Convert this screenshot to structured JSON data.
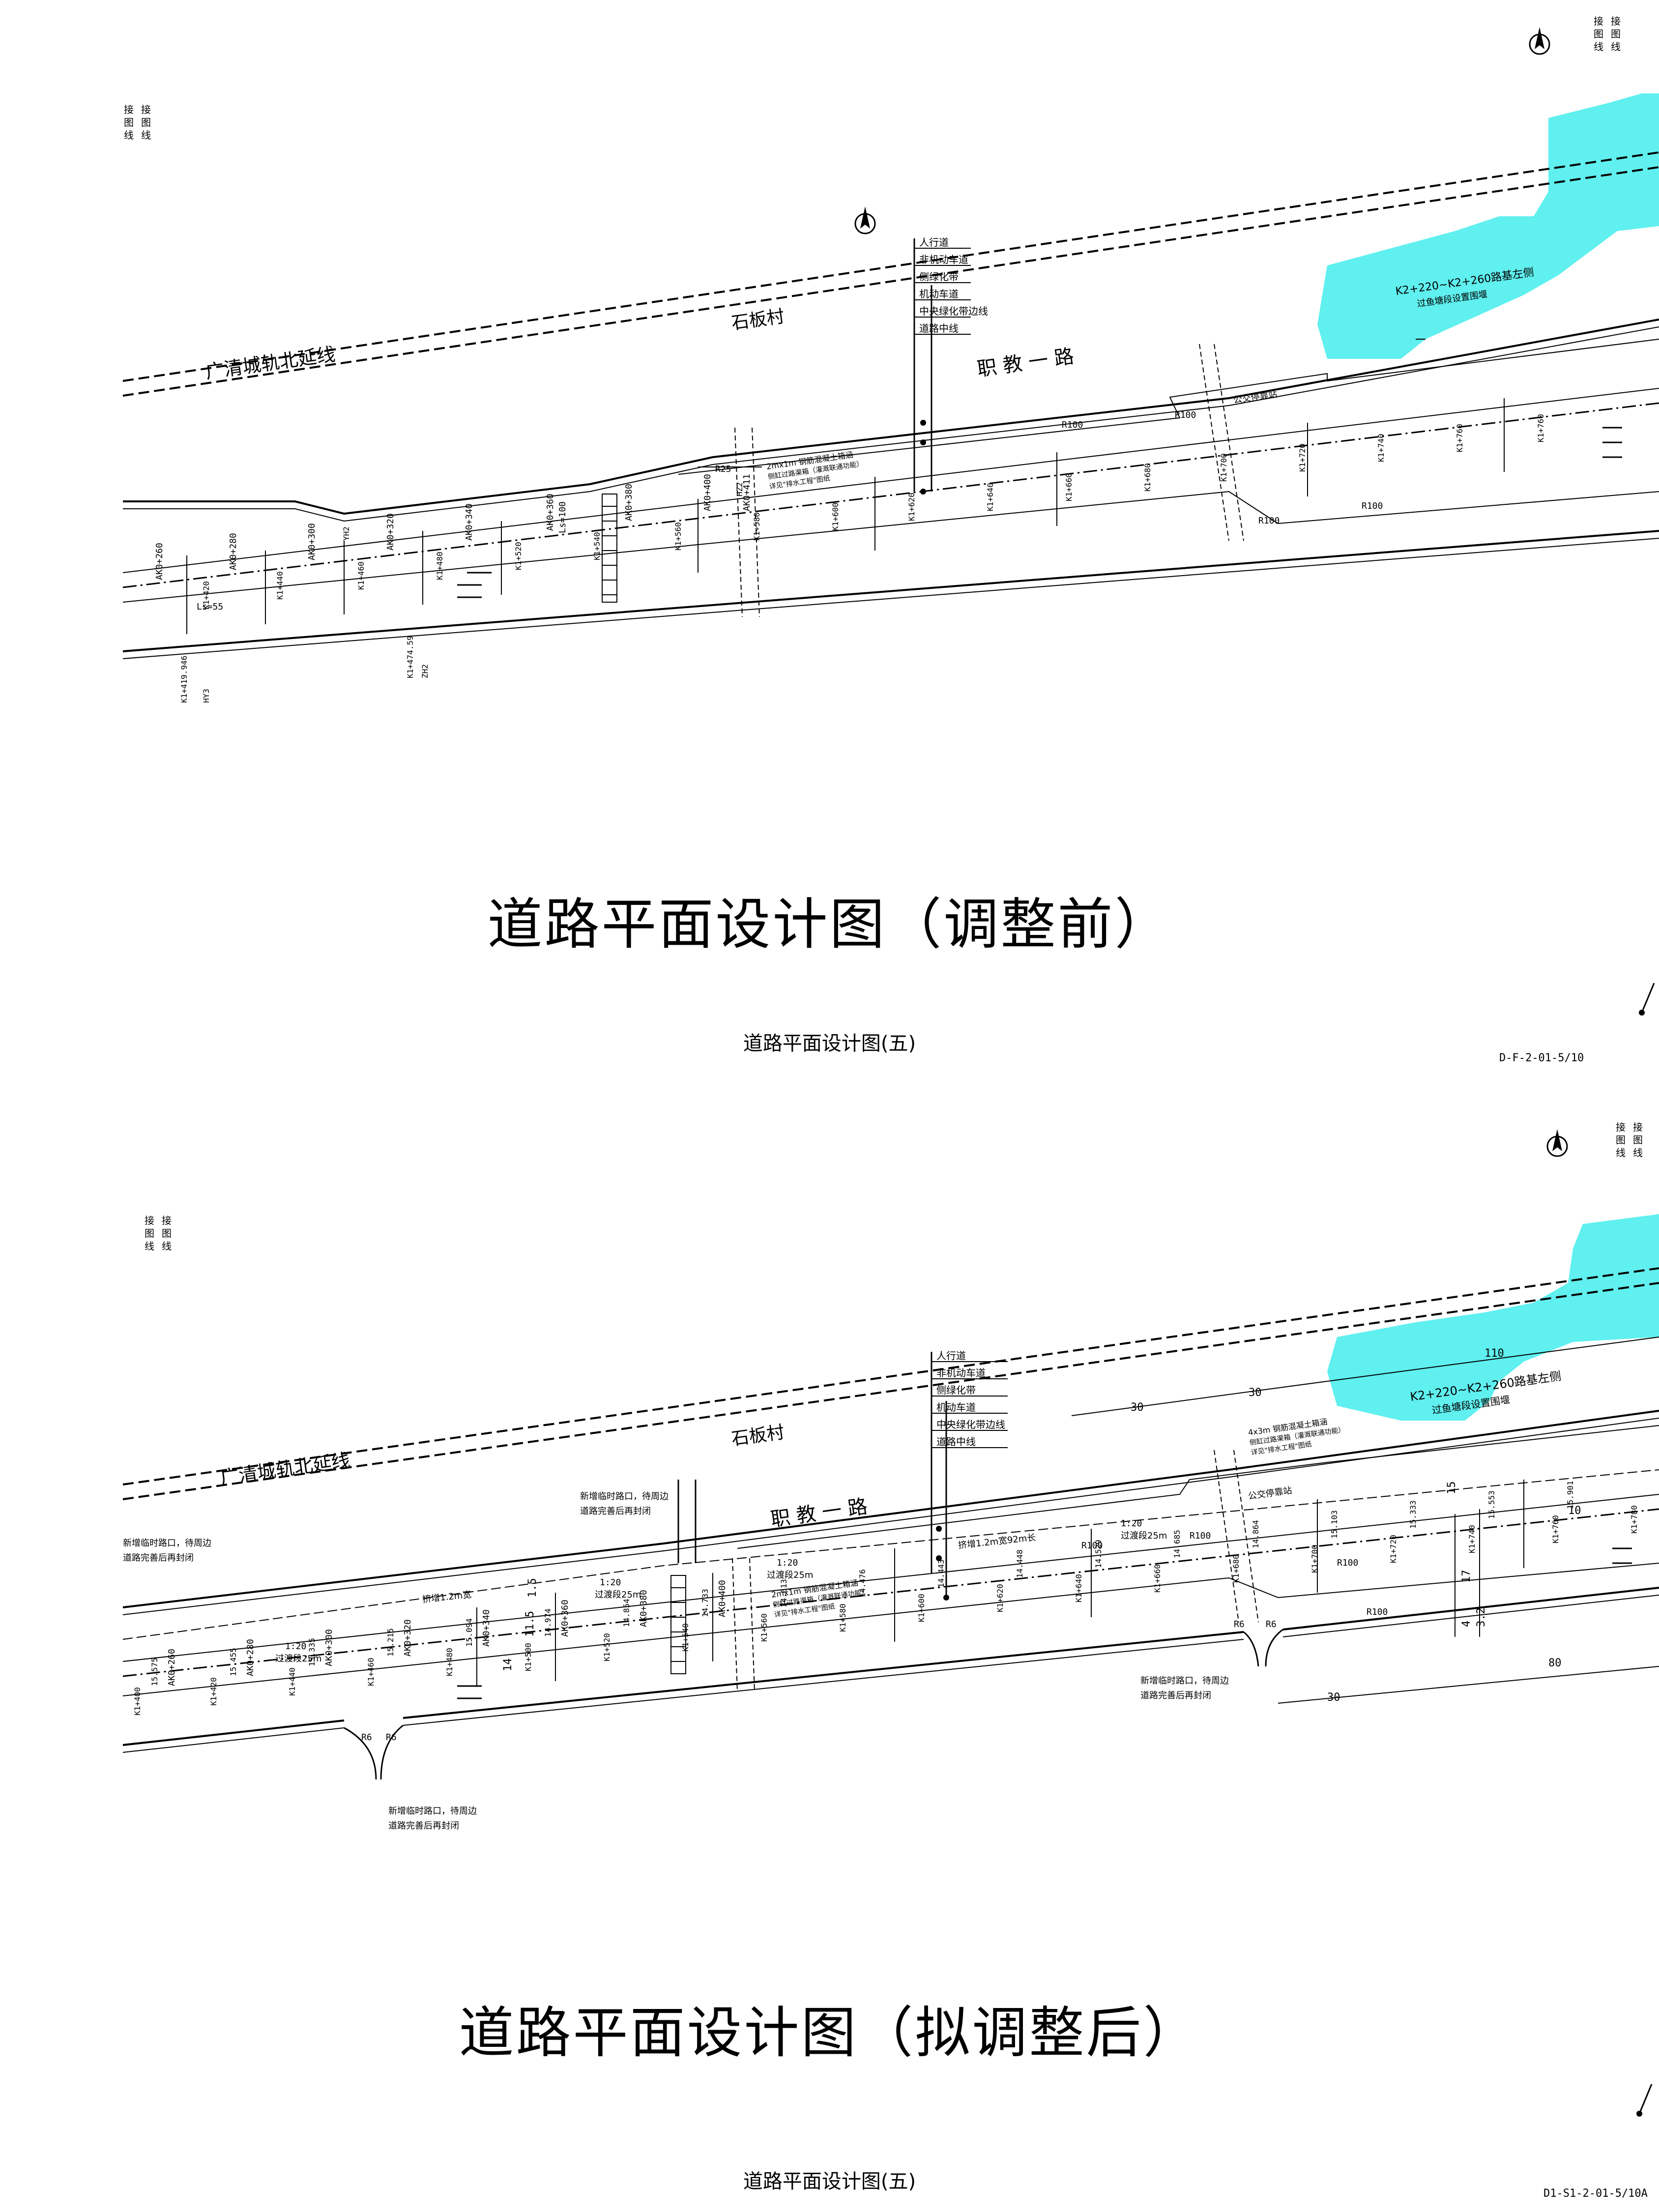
{
  "sheet_before": {
    "title": "道路平面设计图（调整前）",
    "subtitle": "道路平面设计图(五)",
    "sheet_no": "D-F-2-01-5/10",
    "match_line": "接图线",
    "rail_label": "广清城轨北延线",
    "village": "石板村",
    "road": "职 教 一 路",
    "legend": [
      "人行道",
      "非机动车道",
      "侧绿化带",
      "机动车道",
      "中央绿化带边线",
      "道路中线"
    ],
    "water_note": [
      "K2+220~K2+260路基左侧",
      "过鱼塘段设置围堰"
    ],
    "culvert_note": [
      "2mx1m 钢筋混凝土箱涵",
      "侧缸过路渠箱（灌溉联通功能）",
      "详见\"排水工程\"图纸"
    ],
    "bus_stop": "公交停靠站",
    "radius": "R100",
    "radius_small": "R25",
    "curve_len": "Ls=55",
    "curve_len2": "Ls=100",
    "stations": [
      "K1+420",
      "K1+440",
      "K1+460",
      "K1+480",
      "K1+500",
      "K1+520",
      "K1+540",
      "K1+560",
      "K1+580",
      "K1+600",
      "K1+620",
      "K1+640",
      "K1+660",
      "K1+680",
      "K1+700",
      "K1+720",
      "K1+740",
      "K1+760"
    ],
    "chainages": [
      "AK0+260",
      "AK0+280",
      "AK0+300",
      "AK0+320",
      "AK0+340",
      "AK0+360",
      "AK0+380",
      "AK0+400",
      "AK0+411"
    ],
    "points": [
      "YH2",
      "HZ2",
      "K1+419.946",
      "K1+474.59",
      "ZH2",
      "HY3"
    ]
  },
  "sheet_after": {
    "title": "道路平面设计图（拟调整后）",
    "subtitle": "道路平面设计图(五)",
    "sheet_no": "D1-S1-2-01-5/10A",
    "match_line": "接图线",
    "rail_label": "广清城轨北延线",
    "village": "石板村",
    "road": "职 教 一 路",
    "legend": [
      "人行道",
      "非机动车道",
      "侧绿化带",
      "机动车道",
      "中央绿化带边线",
      "道路中线"
    ],
    "water_note": [
      "K2+220~K2+260路基左侧",
      "过鱼塘段设置围堰"
    ],
    "culvert_note": [
      "2mx1m 钢筋混凝土箱涵",
      "侧缸过路渠箱（灌溉联通功能）",
      "详见\"排水工程\"图纸"
    ],
    "culvert_note2": [
      "4x3m 钢筋混凝土箱涵",
      "侧缸过路渠箱（灌溉联通功能）",
      "详见\"排水工程\"图纸"
    ],
    "temp_exit": [
      "新增临时路口，待周边",
      "道路完善后再封闭"
    ],
    "widen1": "挤增1.2m宽",
    "widen2": "挤增1.2m宽92m长",
    "trans": "过渡段25m",
    "ratio": "1:20",
    "bus_stop": "公交停靠站",
    "radius": "R100",
    "r6": "R6",
    "dims": [
      "30",
      "30",
      "110",
      "80",
      "30",
      "15",
      "17",
      "10",
      "4",
      "3.2",
      "11.5",
      "1.5",
      "14"
    ],
    "elevs": [
      "15.575",
      "15.455",
      "15.335",
      "15.215",
      "15.094",
      "14.974",
      "14.854",
      "14.733",
      "14.613",
      "14.476",
      "14.443",
      "14.448",
      "14.529",
      "14.685",
      "14.864",
      "15.103",
      "15.333",
      "15.553",
      "15.901"
    ],
    "stations": [
      "K1+400",
      "K1+420",
      "K1+440",
      "K1+460",
      "K1+480",
      "K1+500",
      "K1+520",
      "K1+540",
      "K1+560",
      "K1+580",
      "K1+600",
      "K1+620",
      "K1+640",
      "K1+660",
      "K1+680",
      "K1+700",
      "K1+720",
      "K1+740",
      "K1+760",
      "K1+780"
    ],
    "chainages": [
      "AK0+260",
      "AK0+280",
      "AK0+300",
      "AK0+320",
      "AK0+340",
      "AK0+360",
      "AK0+380",
      "AK0+400"
    ]
  },
  "colors": {
    "water": "#5ff0ef",
    "line": "#000000"
  },
  "icons": [
    "north-arrow-icon"
  ]
}
